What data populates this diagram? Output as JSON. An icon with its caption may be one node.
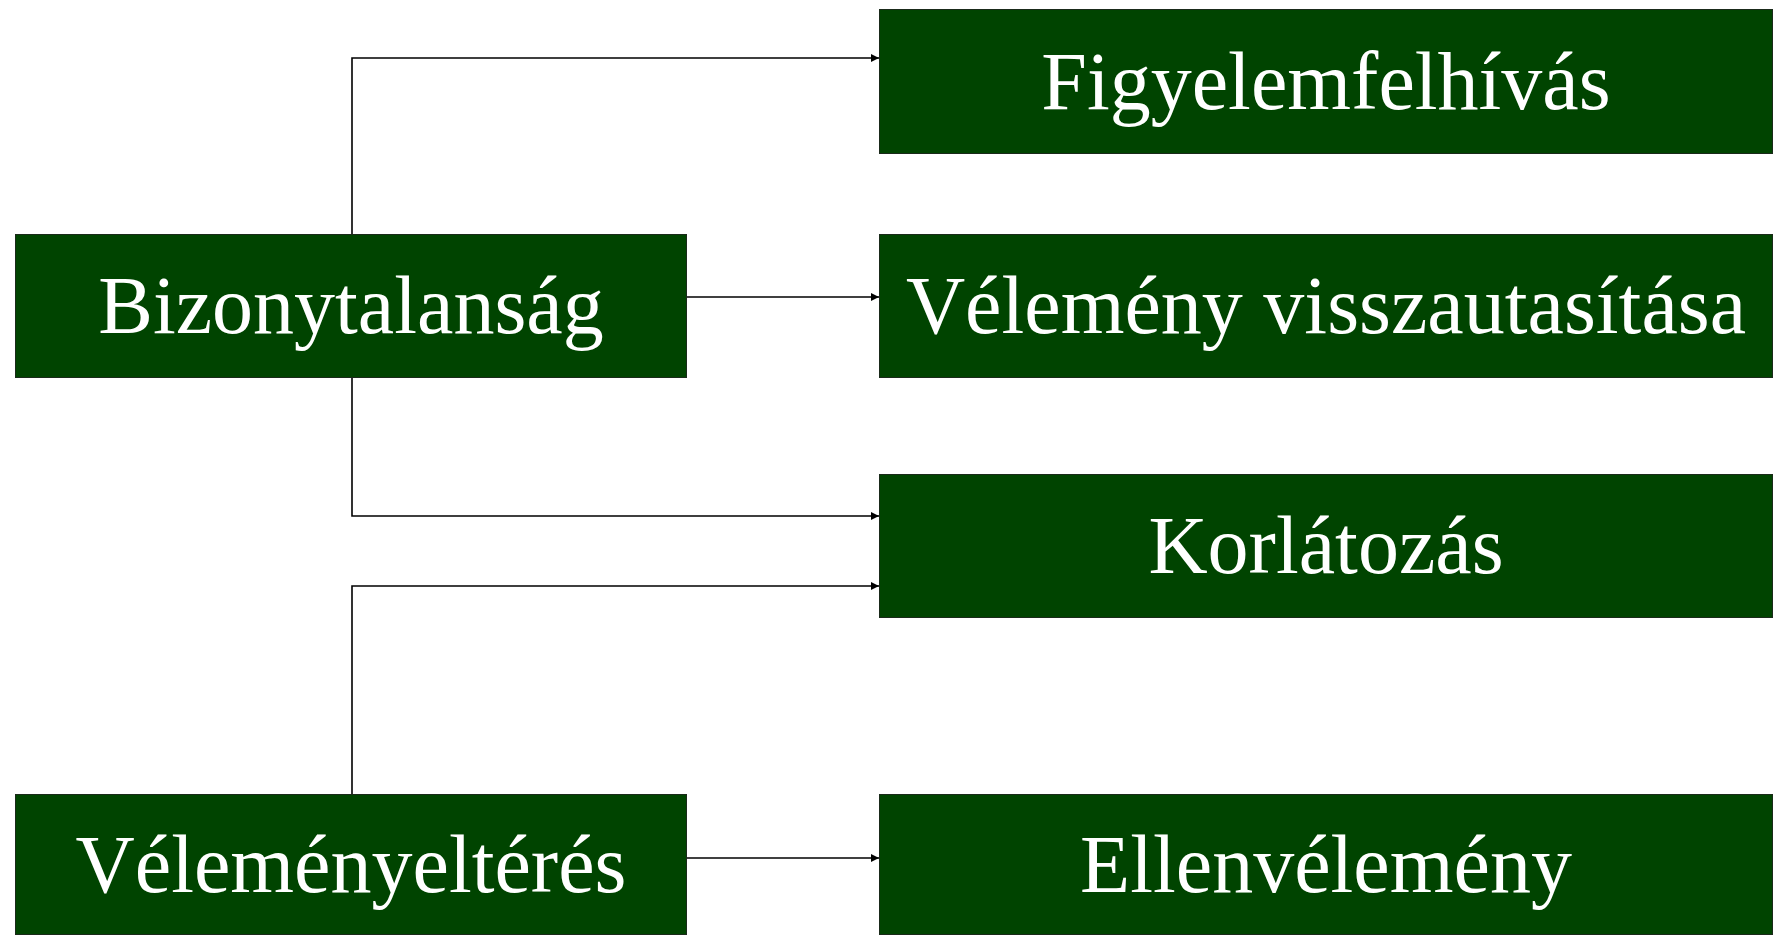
{
  "diagram": {
    "nodes": [
      {
        "text": [
          "Figyelemfelhívás"
        ]
      },
      {
        "text": [
          "Bizonytalanság"
        ]
      },
      {
        "text": [
          "Vélemény visszautasítása"
        ]
      },
      {
        "text": [
          "Korlátozás"
        ]
      },
      {
        "text": [
          "Véleményeltérés"
        ]
      },
      {
        "text": [
          "Ellenvélemény"
        ]
      }
    ],
    "edges": [
      {
        "from": 1,
        "to": 0,
        "arrow": "to"
      },
      {
        "from": 1,
        "to": 2,
        "arrow": "to"
      },
      {
        "from": 1,
        "to": 3,
        "arrow": "to"
      },
      {
        "from": 4,
        "to": 3,
        "arrow": "to"
      },
      {
        "from": 4,
        "to": 5,
        "arrow": "to"
      }
    ]
  }
}
